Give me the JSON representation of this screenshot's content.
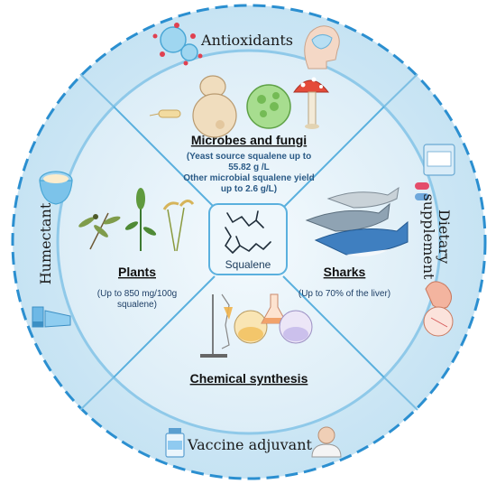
{
  "outer_ring": {
    "antioxidants": "Antioxidants",
    "humectant": "Humectant",
    "vaccine_adjuvant": "Vaccine adjuvant",
    "dietary_supplement_line1": "Dietary",
    "dietary_supplement_line2": "supplement"
  },
  "center": {
    "label": "Squalene"
  },
  "quadrants": {
    "microbes": {
      "title": "Microbes and fungi",
      "line1": "(Yeast source squalene up to",
      "line2": "55.82  g /L",
      "line3": "Other microbial squalene yield",
      "line4": "up to 2.6 g/L)"
    },
    "plants": {
      "title": "Plants",
      "line1": "(Up to 850 mg/100g",
      "line2": "squalene)"
    },
    "sharks": {
      "title": "Sharks",
      "line1": "(Up to 70% of the liver)"
    },
    "chemical": {
      "title": "Chemical synthesis"
    }
  },
  "colors": {
    "outer_fill": "#cfe8f5",
    "inner_fill": "#e6f3fa",
    "border_dash": "#2b8fd0",
    "divider": "#5ab0de",
    "center_box": "#eef7fc"
  }
}
